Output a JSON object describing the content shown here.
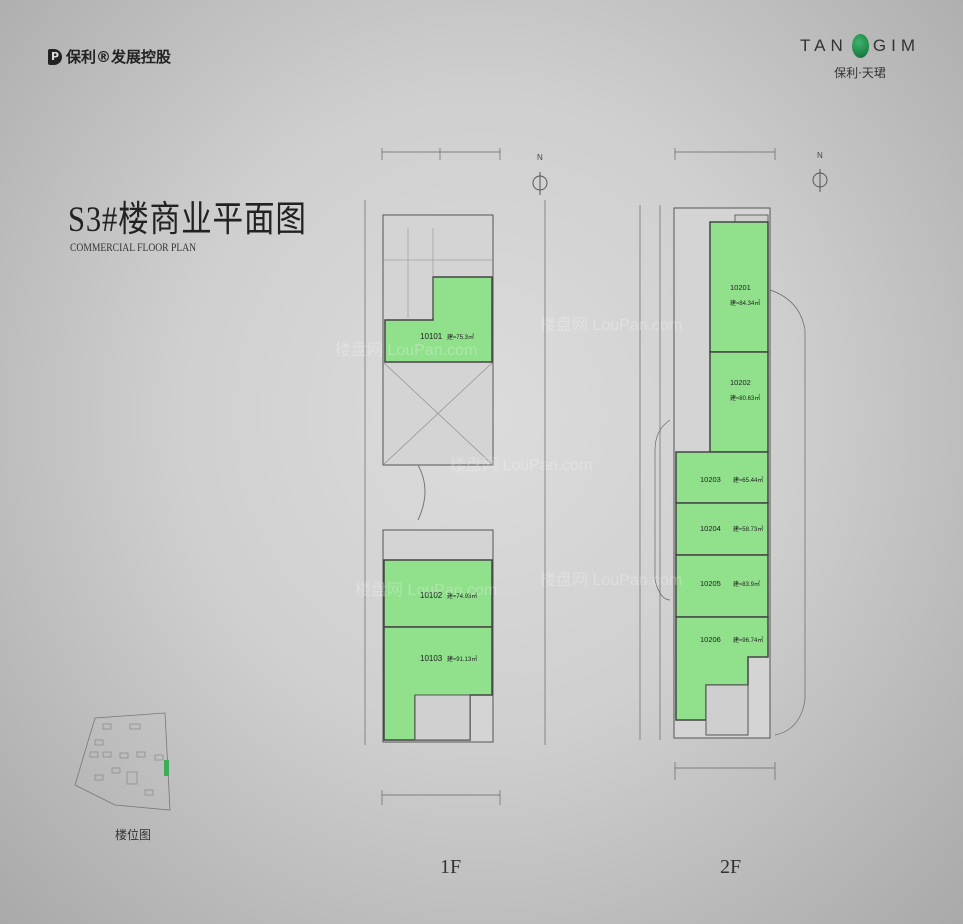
{
  "header": {
    "developer_logo_text": "保利®发展控股",
    "developer_logo_mark": "P",
    "project_logo_en_left": "TAN",
    "project_logo_en_right": "GIM",
    "project_logo_cn": "保利·天珺"
  },
  "title": "S3#楼商业平面图",
  "subtitle": "COMMERCIAL FLOOR PLAN",
  "site_plan_label": "楼位图",
  "watermark": "楼盘网 LouPan.com",
  "north_label": "N",
  "unit_color": "#90e08c",
  "floors": [
    {
      "label": "1F",
      "units": [
        {
          "id": "10101",
          "area": "建≈75.3㎡"
        },
        {
          "id": "10102",
          "area": "建≈74.93㎡"
        },
        {
          "id": "10103",
          "area": "建≈91.13㎡"
        }
      ]
    },
    {
      "label": "2F",
      "units": [
        {
          "id": "10201",
          "area": "建≈84.34㎡"
        },
        {
          "id": "10202",
          "area": "建≈80.63㎡"
        },
        {
          "id": "10203",
          "area": "建≈65.44㎡"
        },
        {
          "id": "10204",
          "area": "建≈58.73㎡"
        },
        {
          "id": "10205",
          "area": "建≈83.9㎡"
        },
        {
          "id": "10206",
          "area": "建≈96.74㎡"
        }
      ]
    }
  ]
}
